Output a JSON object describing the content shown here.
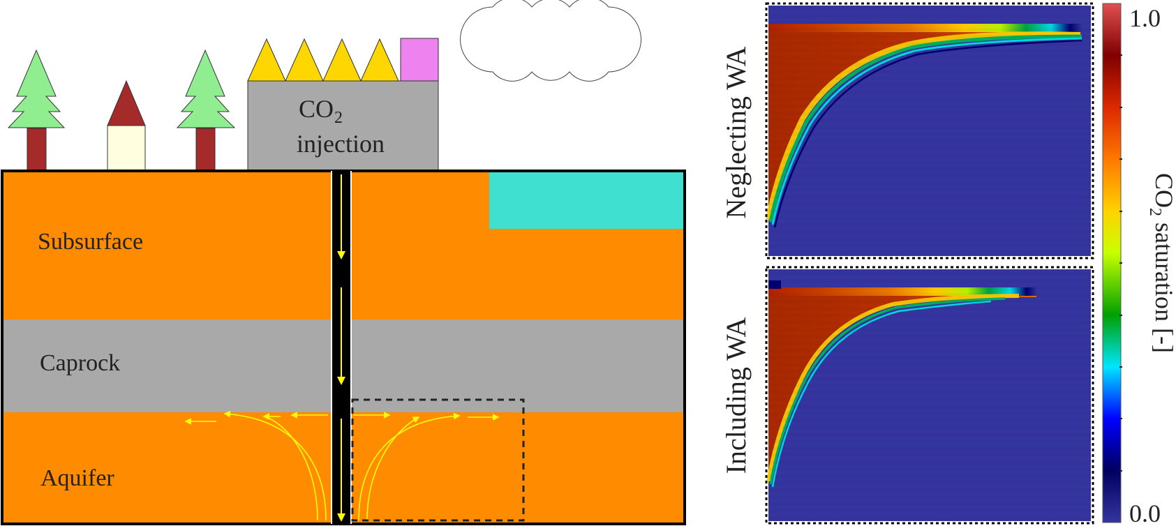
{
  "colors": {
    "orange": "#ff8c00",
    "caprock": "#a9a9a9",
    "turquoise": "#40e0d0",
    "tree_green": "#90ee90",
    "trunk_red": "#a52a2a",
    "house_body": "#ffffe0",
    "building_gray": "#a9a9a9",
    "crown_yellow": "#ffd700",
    "violet": "#ee82ee",
    "arrow_yellow": "#ffff00",
    "heat_background": "#3535a0"
  },
  "schematic": {
    "building_label_line1": "CO",
    "building_label_sub": "2",
    "building_label_line2": "injection",
    "layers": {
      "subsurface": "Subsurface",
      "caprock": "Caprock",
      "aquifer": "Aquifer"
    }
  },
  "panels": {
    "top_label": "Neglecting WA",
    "bottom_label": "Including WA"
  },
  "colorbar": {
    "label_prefix": "CO",
    "label_sub": "2",
    "label_suffix": " saturation [-]",
    "max_label": "1.0",
    "min_label": "0.0",
    "colormap_stops": [
      "#3535a0",
      "#000060",
      "#0000ff",
      "#00e5ff",
      "#00a000",
      "#c8ff00",
      "#ffd200",
      "#ff7800",
      "#dc2800",
      "#800000",
      "#e05050"
    ]
  }
}
